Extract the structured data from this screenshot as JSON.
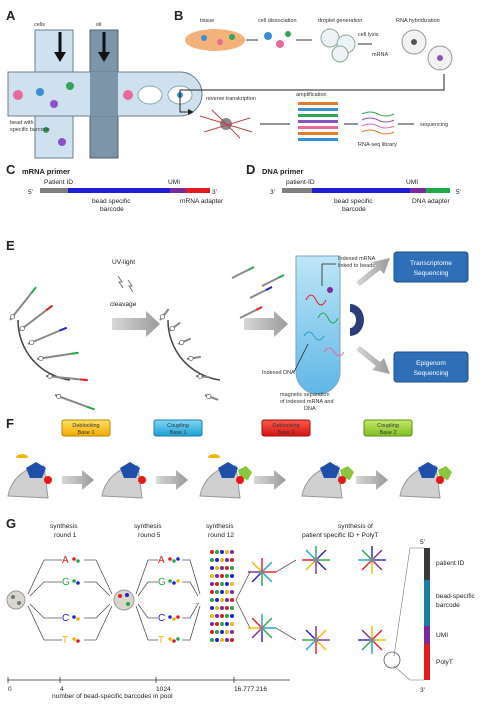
{
  "panels": {
    "a": "A",
    "b": "B",
    "c": "C",
    "d": "D",
    "e": "E",
    "f": "F",
    "g": "G"
  },
  "panel_a": {
    "cells": "cells",
    "oil": "oil",
    "bead_line1": "bead with",
    "bead_line2": "specific barcode"
  },
  "panel_b": {
    "tissue": "tissue",
    "dissociation": "cell dissociation",
    "droplet": "droplet generation",
    "lysis": "cell lysis",
    "mrna": "mRNA",
    "hybridization": "RNA hybridization",
    "rt": "reverse transkription",
    "amplification": "amplification",
    "library": "RNA-seq library",
    "sequencing": "sequencing"
  },
  "panel_c": {
    "title": "mRNA primer",
    "five": "5'",
    "three": "3'",
    "patient": "Patient ID",
    "umi": "UMI",
    "barcode1": "bead specific",
    "barcode2": "barcode",
    "adapter": "mRNA adapter"
  },
  "panel_d": {
    "title": "DNA primer",
    "three": "3'",
    "five": "5'",
    "patient": "patient-ID",
    "umi": "UMI",
    "barcode1": "bead specific",
    "barcode2": "barcode",
    "adapter": "DNA adapter"
  },
  "panel_e": {
    "uv": "UV-light",
    "cleavage": "cleavage",
    "indexed_mrna1": "Indexed mRNA",
    "indexed_mrna2": "linked to beads",
    "indexed_dna": "Indexed DNA",
    "magnetic1": "magnetic separation",
    "magnetic2": "of indexed mRNA and",
    "magnetic3": "DNA",
    "transcriptome1": "Transcriptome",
    "transcriptome2": "Sequencing",
    "epigenom1": "Epigenom",
    "epigenom2": "Sequencing"
  },
  "panel_f": {
    "deblock1a": "Deblocking",
    "deblock1b": "Base 1",
    "coupling1a": "Coupling",
    "coupling1b": "Base 1",
    "deblock2a": "Deblocking",
    "deblock2b": "Base 2",
    "coupling2a": "Coupling",
    "coupling2b": "Base 2"
  },
  "panel_g": {
    "round1a": "synthesis",
    "round1b": "round 1",
    "round5a": "synthesis",
    "round5b": "round 5",
    "round12a": "synthesis",
    "round12b": "round 12",
    "final1": "synthesis of",
    "final2": "patient specific ID + PolyT",
    "bases": [
      "A",
      "G",
      "C",
      "T"
    ],
    "ellipsis": "...",
    "ticks": [
      "0",
      "4",
      "1024",
      "16.777.216"
    ],
    "axis_label": "number of bead-specific barcodes in pool",
    "legend": {
      "five": "5'",
      "three": "3'",
      "patient": "patient ID",
      "barcode1": "bead-specific",
      "barcode2": "barcode",
      "umi": "UMI",
      "polyt": "PolyT"
    }
  },
  "colors": {
    "grey": "#7f7f7f",
    "blue": "#1f1fd6",
    "purple": "#7a2a9a",
    "red": "#e41a1c",
    "green": "#22a84a",
    "teal": "#1ea3c8",
    "btn_blue": "#2e6fb7"
  }
}
